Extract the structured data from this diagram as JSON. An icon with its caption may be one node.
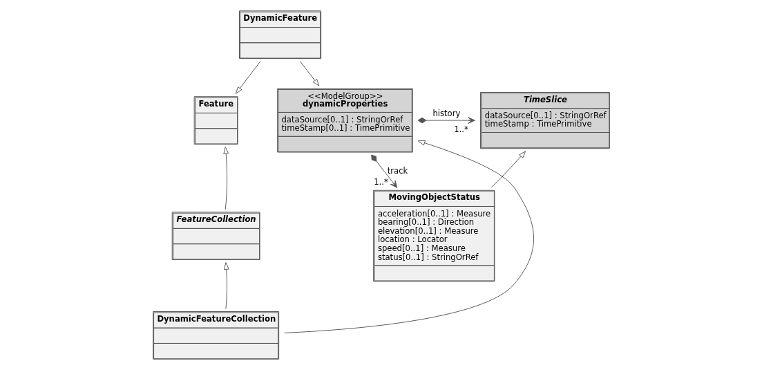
{
  "diagram": {
    "nodes": [
      {
        "text": [
          "DynamicFeature"
        ]
      },
      {
        "text": [
          "TimeSlice",
          "dataSource[0..1] : StringOrRef",
          "timeStamp : TimePrimitive"
        ]
      },
      {
        "text": [
          "Feature"
        ]
      },
      {
        "text": [
          "<<ModelGroup>>",
          "dynamicProperties",
          "dataSource[0..1] : StringOrRef",
          "timeStamp[0..1] : TimePrimitive"
        ]
      },
      {
        "text": [
          "MovingObjectStatus",
          "acceleration[0..1] : Measure",
          "bearing[0..1] : Direction",
          "elevation[0..1] : Measure",
          "location : Locator",
          "speed[0..1] : Measure",
          "status[0..1] : StringOrRef"
        ]
      },
      {
        "text": [
          "FeatureCollection"
        ]
      },
      {
        "text": [
          "DynamicFeatureCollection"
        ]
      }
    ],
    "edges": [
      {
        "from": 0,
        "to": 2,
        "arrow": "to"
      },
      {
        "from": 0,
        "to": 3,
        "arrow": "to"
      },
      {
        "from": 5,
        "to": 2,
        "arrow": "to"
      },
      {
        "from": 6,
        "to": 5,
        "arrow": "to"
      },
      {
        "from": 6,
        "to": 3,
        "arrow": "to"
      },
      {
        "from": 3,
        "to": 1,
        "arrow": "to",
        "label": "history"
      },
      {
        "from": 3,
        "to": 4,
        "arrow": "to",
        "label": "track"
      },
      {
        "from": 4,
        "to": 1,
        "arrow": "to"
      }
    ],
    "labels": [
      "1..*",
      "1..*"
    ]
  }
}
